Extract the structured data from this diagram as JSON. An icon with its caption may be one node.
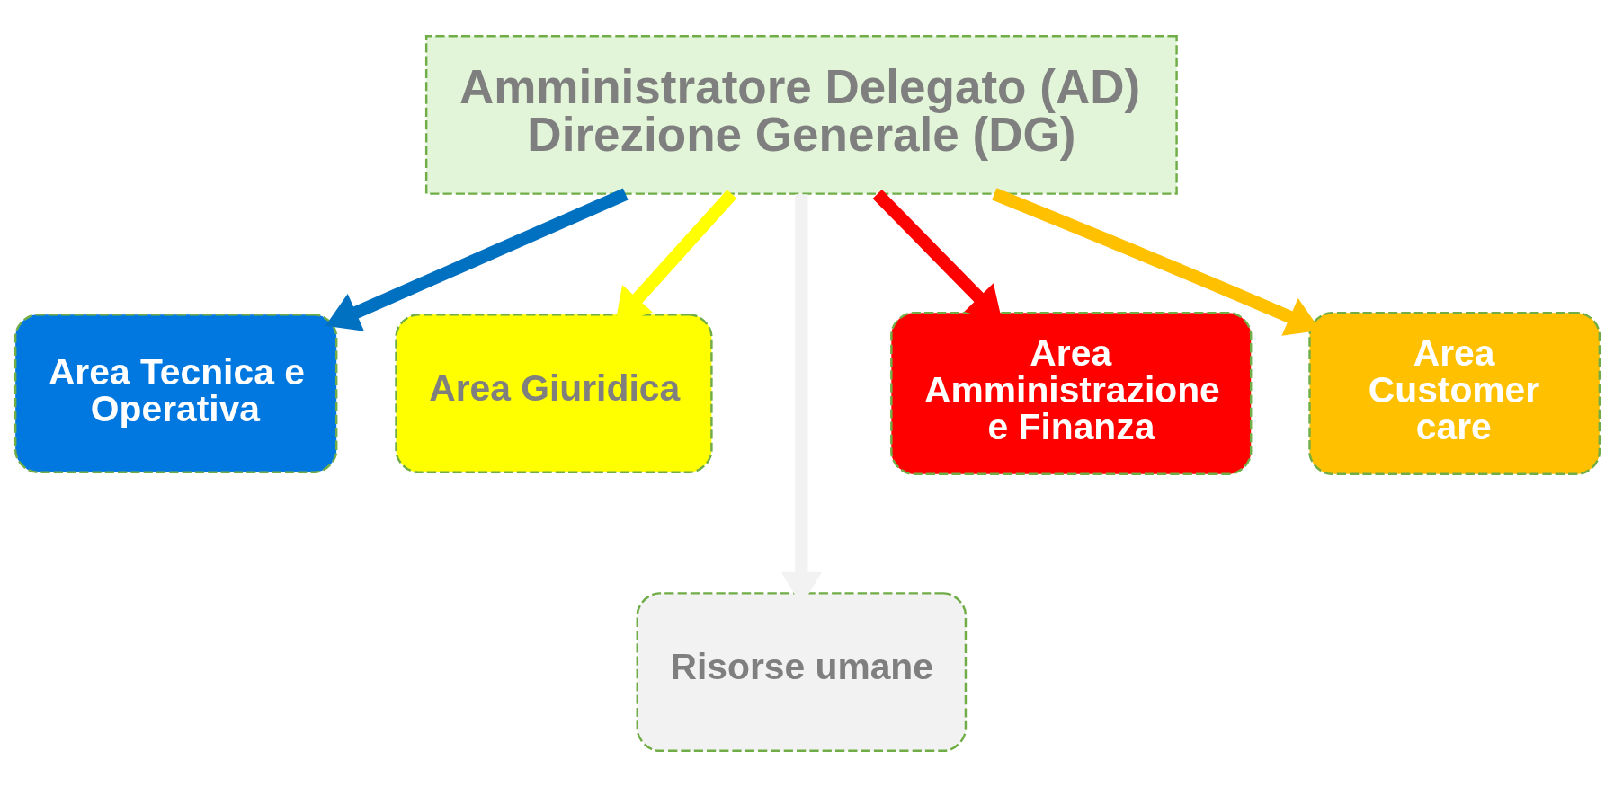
{
  "diagram": {
    "nodes": [
      {
        "text": [
          "Amministratore Delegato (AD) Direzione Generale (DG)"
        ]
      },
      {
        "text": [
          "Area Tecnica e Operativa"
        ]
      },
      {
        "text": [
          "Area Giuridica"
        ]
      },
      {
        "text": [
          "Risorse umane"
        ]
      },
      {
        "text": [
          "Area Amministrazione e Finanza"
        ]
      },
      {
        "text": [
          "Area Customer care"
        ]
      }
    ],
    "edges": [
      {
        "from": 0,
        "to": 1,
        "arrow": "to",
        "color": "#0070c0"
      },
      {
        "from": 0,
        "to": 2,
        "arrow": "to",
        "color": "#ffff00"
      },
      {
        "from": 0,
        "to": 3,
        "arrow": "to",
        "color": "#f2f2f2"
      },
      {
        "from": 0,
        "to": 4,
        "arrow": "to",
        "color": "#ff0000"
      },
      {
        "from": 0,
        "to": 5,
        "arrow": "to",
        "color": "#ffc000"
      }
    ]
  }
}
